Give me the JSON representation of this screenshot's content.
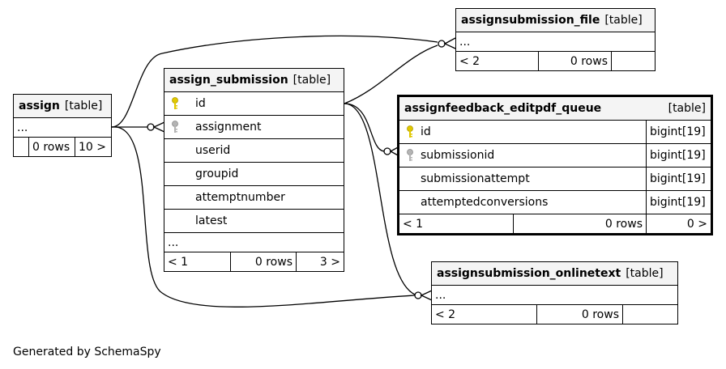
{
  "tables": {
    "assign": {
      "name": "assign",
      "type": "[table]",
      "more": "...",
      "foot": [
        "",
        "0 rows",
        "10 >"
      ]
    },
    "assign_submission": {
      "name": "assign_submission",
      "type": "[table]",
      "columns": [
        {
          "name": "id",
          "key": "primary"
        },
        {
          "name": "assignment",
          "key": "foreign"
        },
        {
          "name": "userid",
          "key": ""
        },
        {
          "name": "groupid",
          "key": ""
        },
        {
          "name": "attemptnumber",
          "key": ""
        },
        {
          "name": "latest",
          "key": ""
        }
      ],
      "more": "...",
      "foot": [
        "< 1",
        "0 rows",
        "3 >"
      ]
    },
    "assignsubmission_file": {
      "name": "assignsubmission_file",
      "type": "[table]",
      "more": "...",
      "foot": [
        "< 2",
        "0 rows",
        ""
      ]
    },
    "assignfeedback_editpdf_queue": {
      "name": "assignfeedback_editpdf_queue",
      "type": "[table]",
      "columns": [
        {
          "name": "id",
          "key": "primary",
          "type": "bigint[19]"
        },
        {
          "name": "submissionid",
          "key": "foreign",
          "type": "bigint[19]"
        },
        {
          "name": "submissionattempt",
          "key": "",
          "type": "bigint[19]"
        },
        {
          "name": "attemptedconversions",
          "key": "",
          "type": "bigint[19]"
        }
      ],
      "foot": [
        "< 1",
        "0 rows",
        "0 >"
      ]
    },
    "assignsubmission_onlinetext": {
      "name": "assignsubmission_onlinetext",
      "type": "[table]",
      "more": "...",
      "foot": [
        "< 2",
        "0 rows",
        ""
      ]
    }
  },
  "colors": {
    "primary_key": "#e0c800",
    "foreign_key": "#b4b4b4",
    "header_bg": "#f4f4f4"
  },
  "footer": "Generated by SchemaSpy"
}
